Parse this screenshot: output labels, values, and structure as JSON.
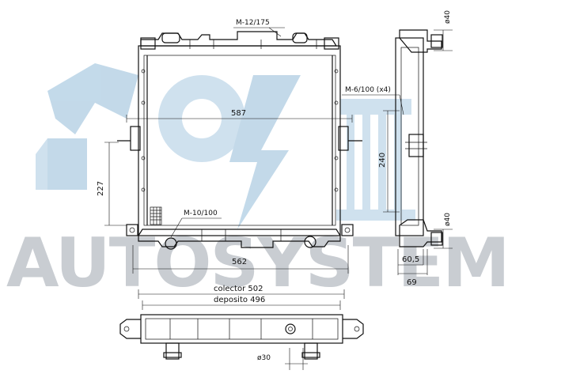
{
  "watermark": {
    "brand": "AUTOSYSTEM"
  },
  "front_view": {
    "top_fitting_label": "M-12/175",
    "width_label": "587",
    "height_label": "227",
    "bottom_fitting_label": "M-10/100",
    "core_width_label": "562"
  },
  "side_view": {
    "top_pipe_label": "ø40",
    "bolt_label": "M-6/100 (x4)",
    "height_label": "240",
    "bottom_pipe_label": "ø40",
    "depth_label_1": "60,5",
    "depth_label_2": "69"
  },
  "bottom_view": {
    "collector_label": "colector 502",
    "tank_label": "deposito 496",
    "pipe_label": "ø30"
  },
  "colors": {
    "ink": "#111111",
    "watermark_text": "#c9cdd2",
    "watermark_logo": "#b9d3e6"
  }
}
